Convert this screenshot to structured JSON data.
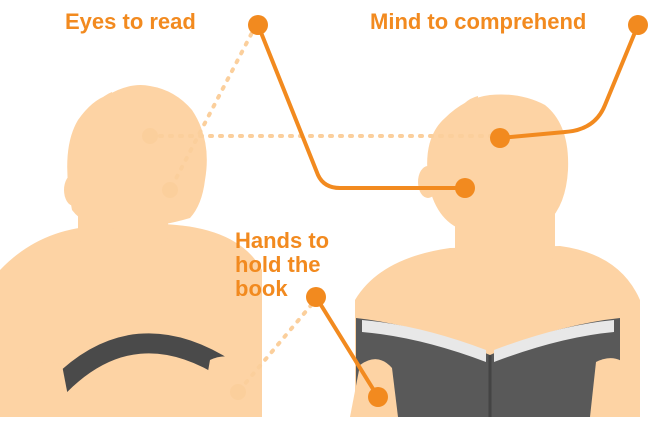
{
  "labels": {
    "eyes": "Eyes to read",
    "mind": "Mind to comprehend",
    "hands": "Hands to hold the book"
  },
  "figures": {
    "left": "person driving (steering wheel)",
    "right": "person reading a book"
  },
  "colors": {
    "accent": "#f28a1f",
    "skin": "#fdd3a4",
    "skin_dotted": "#fbcf9c",
    "dark": "#4a4a4a",
    "book": "#595959",
    "page": "#f2f2f2",
    "background": "#ffffff"
  }
}
